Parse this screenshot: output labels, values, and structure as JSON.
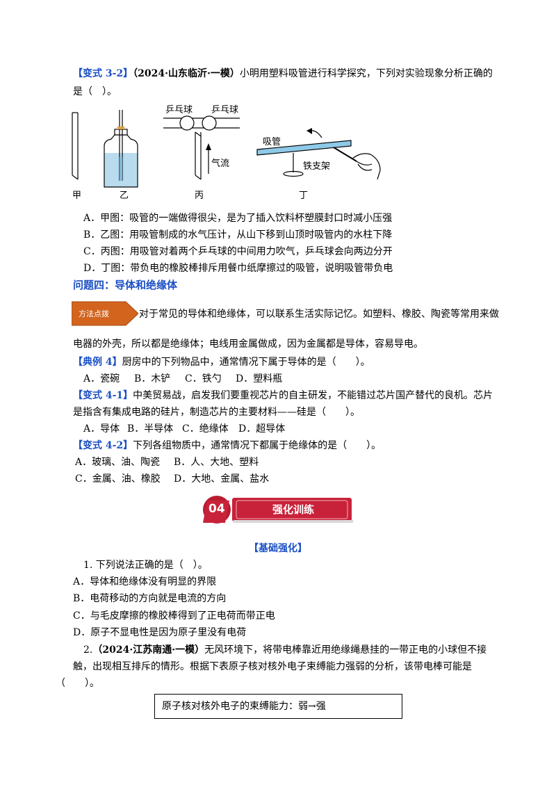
{
  "q32": {
    "tag": "【变式 3-2】",
    "source": "（2024·山东临沂·一模）",
    "stem1": "小明用塑料吸管进行科学探究，下列对实验现象分析正确的",
    "stem2": "是（　）。",
    "fig": {
      "jia": "甲",
      "yi": "乙",
      "bing": "丙",
      "ding": "丁",
      "pingpong1": "乒乓球",
      "pingpong2": "乒乓球",
      "airflow": "气流",
      "straw": "吸管",
      "stand": "铁支架"
    },
    "options": [
      "A．甲图：吸管的一端做得很尖，是为了插入饮料杯塑膜封口时减小压强",
      "B．乙图：用吸管制成的水气压计，从山下移到山顶时吸管内的水柱下降",
      "C．丙图：用吸管对着两个乒乓球的中间用力吹气，乒乓球会向两边分开",
      "D．丁图：带负电的橡胶棒排斥用餐巾纸摩擦过的吸管，说明吸管带负电"
    ]
  },
  "problem4": {
    "title": "问题四：导体和绝缘体",
    "badge": "方法点拨",
    "tip1": "对于常见的导体和绝缘体，可以联系生活实际记忆。如塑料、橡胶、陶瓷等常用来做",
    "tip2": "电器的外壳，所以都是绝缘体；电线用金属做成，因为金属都是导体，容易导电。"
  },
  "ex4": {
    "tag": "【典例 4】",
    "stem": "厨房中的下列物品中，通常情况下属于导体的是（　　）。",
    "options": [
      "A．瓷碗",
      "B．木铲",
      "C．铁勺",
      "D．塑料瓶"
    ]
  },
  "q41": {
    "tag": "【变式 4-1】",
    "stem1": "中美贸易战，启发我们要重视芯片的自主研发，不能错过芯片国产替代的良机。芯片",
    "stem2": "是指含有集成电路的硅片，制造芯片的主要材料——硅是（　　）。",
    "options": [
      "A．导体",
      "B．半导体",
      "C．绝缘体",
      "D．超导体"
    ]
  },
  "q42": {
    "tag": "【变式 4-2】",
    "stem": "下列各组物质中，通常情况下都属于绝缘体的是（　　）。",
    "options": [
      "A．玻璃、油、陶瓷",
      "B．人、大地、塑料",
      "C．金属、油、橡胶",
      "D．大地、金属、盐水"
    ]
  },
  "section": {
    "number": "04",
    "title": "强化训练",
    "subtitle": "【基础强化】"
  },
  "t1": {
    "stem": "1. 下列说法正确的是（　）。",
    "options": [
      "A．导体和绝缘体没有明显的界限",
      "B．电荷移动的方向就是电流的方向",
      "C．与毛皮摩擦的橡胶棒得到了正电荷而带正电",
      "D．原子不显电性是因为原子里没有电荷"
    ]
  },
  "t2": {
    "num": "2.",
    "source": "（2024·江苏南通·一模）",
    "stem1": "无风环境下，将带电棒靠近用绝缘绳悬挂的一带正电的小球但不接",
    "stem2": "触，出现相互排斥的情形。根据下表原子核对核外电子束缚能力强弱的分析，该带电棒可能是",
    "stem3": "（　　）。",
    "table": "原子核对核外电子的束缚能力：弱→强"
  }
}
